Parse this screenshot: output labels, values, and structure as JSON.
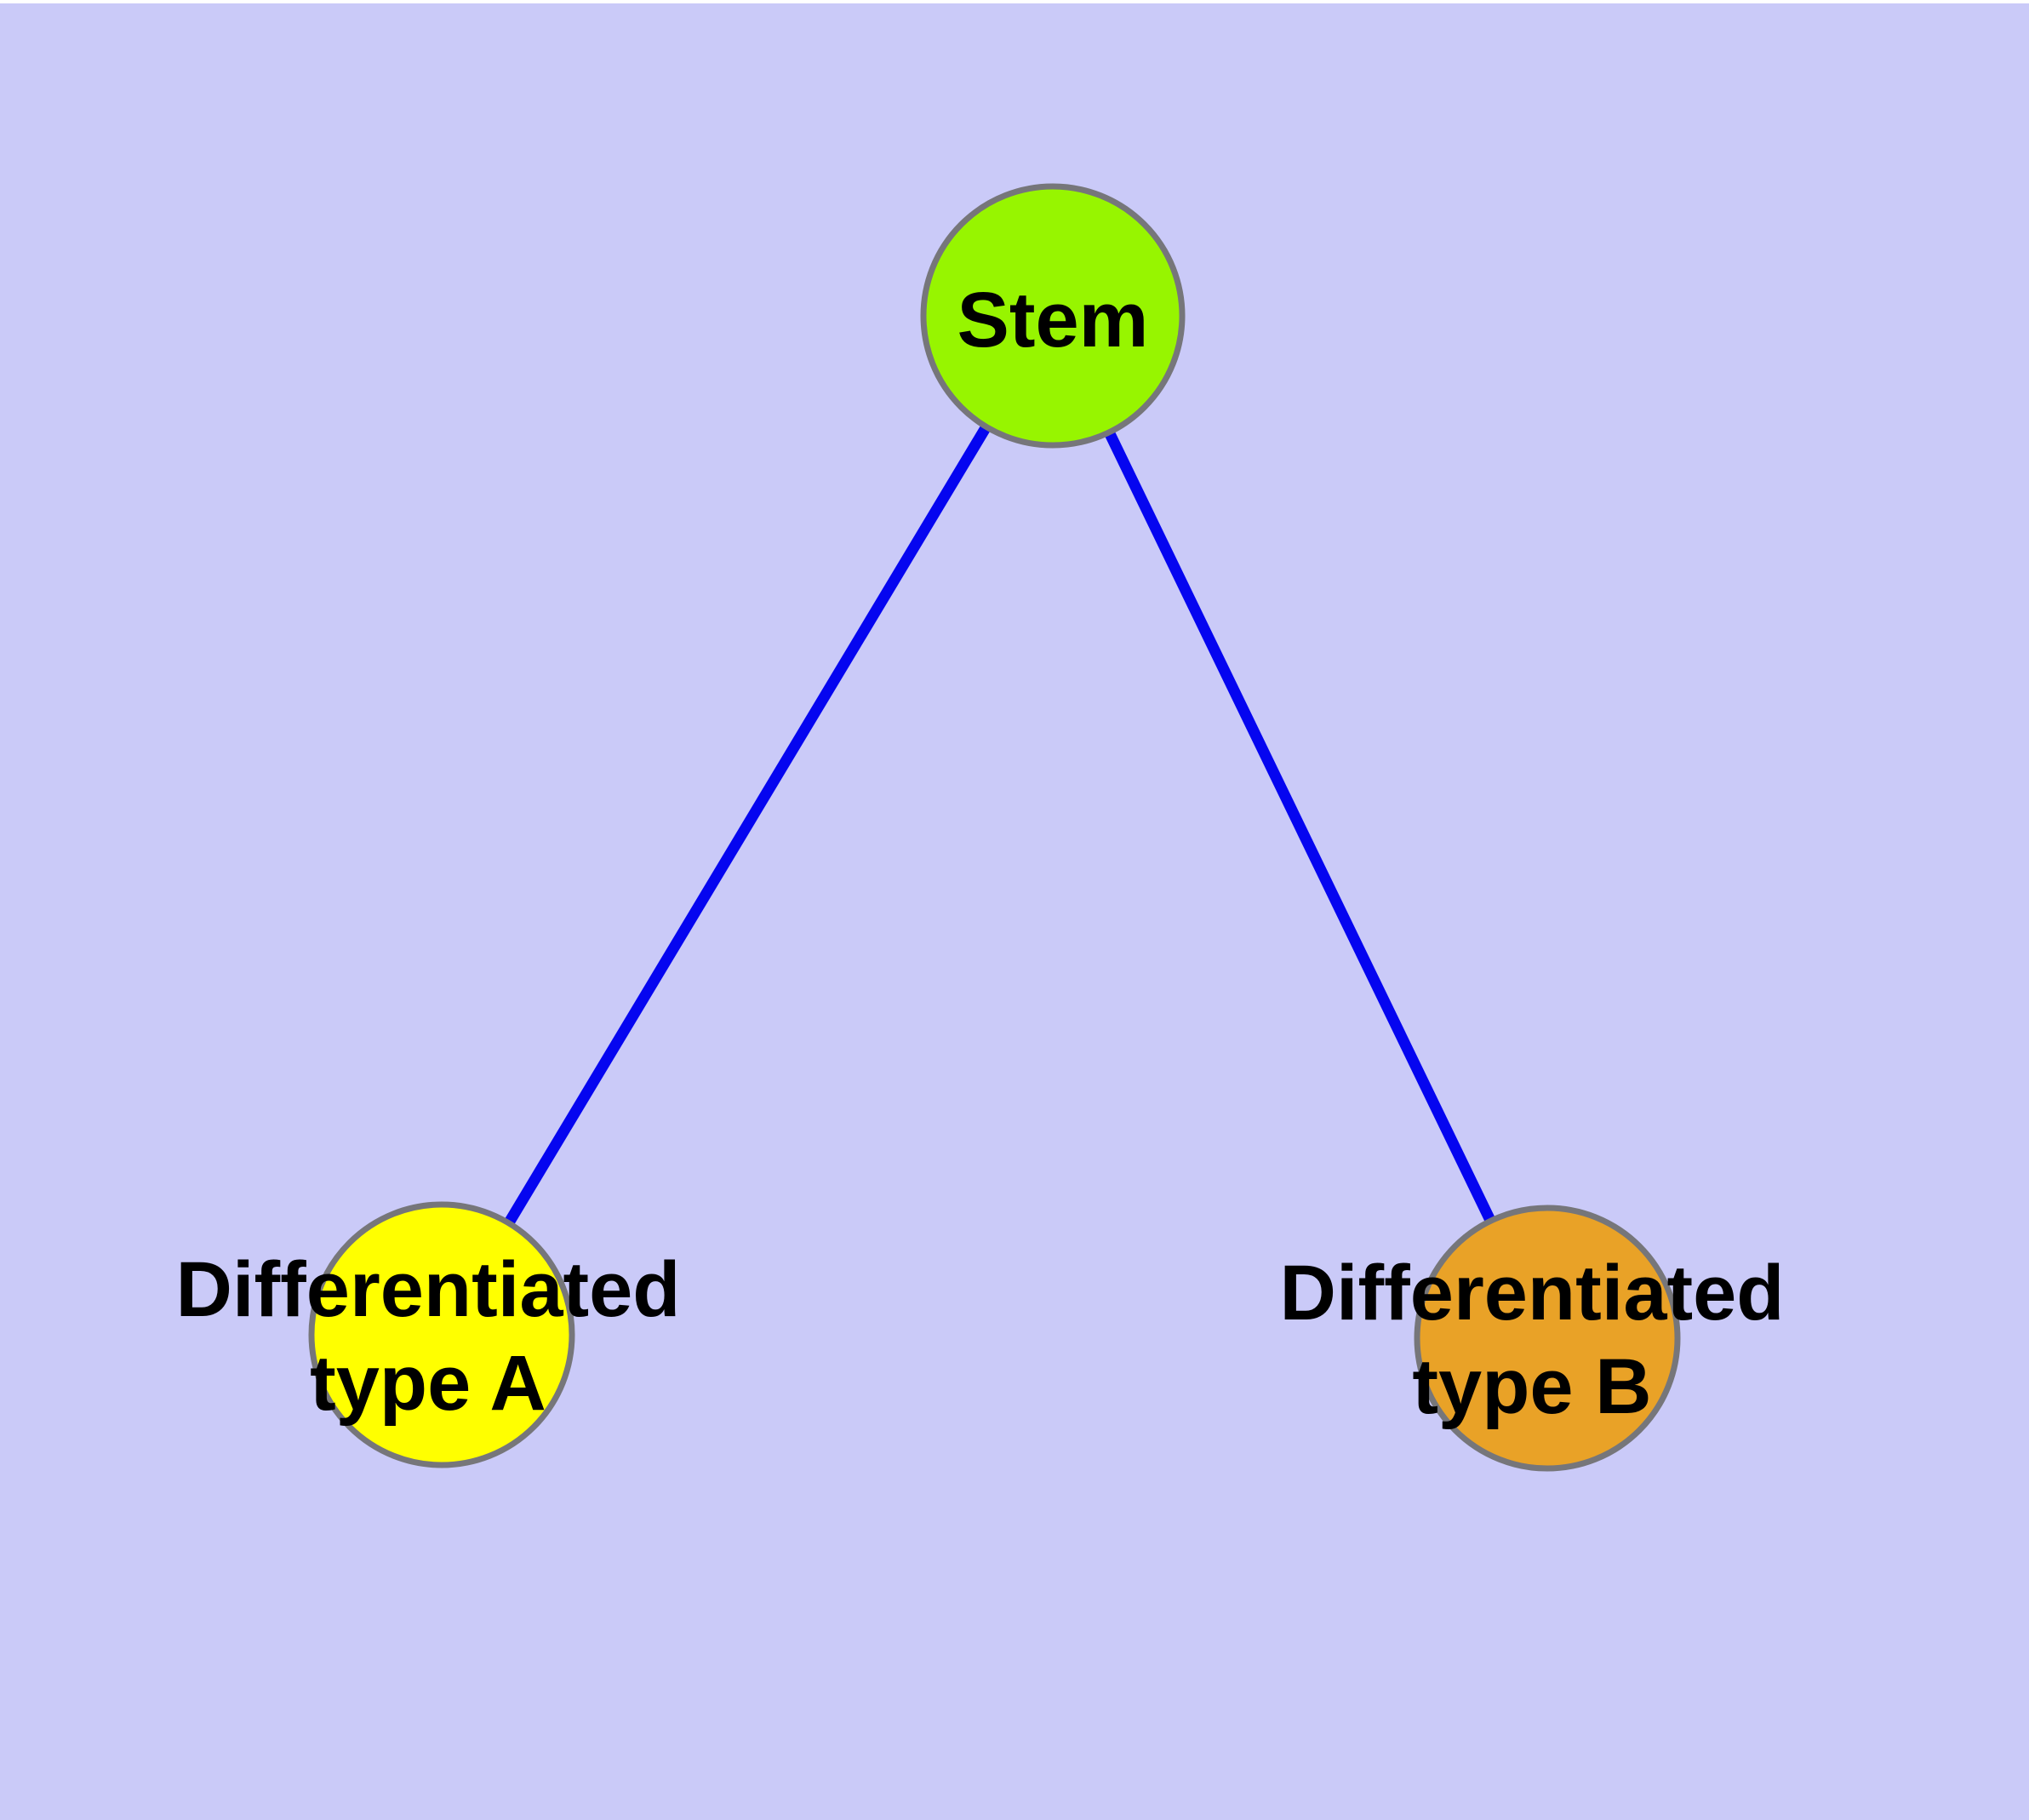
{
  "colors": {
    "page_top_strip": "#FFFFFF",
    "background": "#CACAF8",
    "edge": "#0505F0",
    "node_border": "#76767A",
    "label_text": "#000000"
  },
  "nodes": [
    {
      "id": "stem",
      "label": "Stem",
      "lines": [
        "Stem"
      ],
      "fill": "#97F500"
    },
    {
      "id": "type-a",
      "label": "Differentiated type A",
      "lines": [
        "Differentiated",
        "type A"
      ],
      "fill": "#FFFF00"
    },
    {
      "id": "type-b",
      "label": "Differentiated type B",
      "lines": [
        "Differentiated",
        "type B"
      ],
      "fill": "#E9A227"
    }
  ],
  "edges": [
    {
      "from": "Stem",
      "to": "Differentiated type A"
    },
    {
      "from": "Stem",
      "to": "Differentiated type B"
    }
  ]
}
